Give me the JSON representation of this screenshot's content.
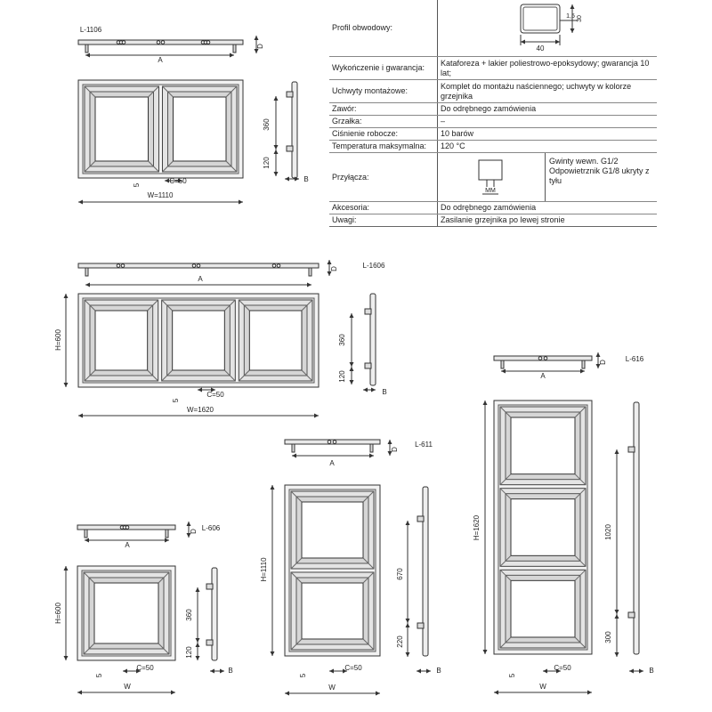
{
  "models": {
    "l1106": {
      "name": "L-1106",
      "a": "A",
      "d": "D",
      "h360": "360",
      "h120": "120",
      "five": "5",
      "c": "C=50",
      "b": "B",
      "w": "W=1110"
    },
    "l1606": {
      "name": "L-1606",
      "a": "A",
      "d": "D",
      "h": "H=600",
      "h360": "360",
      "h120": "120",
      "five": "5",
      "c": "C=50",
      "b": "B",
      "w": "W=1620"
    },
    "l616": {
      "name": "L-616",
      "a": "A",
      "d": "D",
      "h": "H=1620",
      "h1020": "1020",
      "h300": "300",
      "five": "5",
      "c": "C=50",
      "b": "B",
      "w": "W"
    },
    "l611": {
      "name": "L-611",
      "a": "A",
      "d": "D",
      "h": "H=1110",
      "h670": "670",
      "h220": "220",
      "five": "5",
      "c": "C=50",
      "b": "B",
      "w": "W"
    },
    "l606": {
      "name": "L-606",
      "a": "A",
      "d": "D",
      "h": "H=600",
      "h360": "360",
      "h120": "120",
      "five": "5",
      "c": "C=50",
      "b": "B",
      "w": "W"
    }
  },
  "profile": {
    "dim15": "1,5",
    "dim30": "30",
    "dim40": "40"
  },
  "connector_label": "MM",
  "spec": {
    "profil_label": "Profil obwodowy:",
    "rows": [
      {
        "label": "Wykończenie i gwarancja:",
        "value": "Kataforeza + lakier poliestrowo-epoksydowy; gwarancja 10 lat;"
      },
      {
        "label": "Uchwyty montażowe:",
        "value": "Komplet do montażu naściennego; uchwyty w kolorze grzejnika"
      },
      {
        "label": "Zawór:",
        "value": "Do odrębnego zamówienia"
      },
      {
        "label": "Grzałka:",
        "value": "–"
      },
      {
        "label": "Ciśnienie robocze:",
        "value": "10 barów"
      },
      {
        "label": "Temperatura maksymalna:",
        "value": "120 °C"
      }
    ],
    "przylacza_label": "Przyłącza:",
    "przylacza_value": "Gwinty wewn. G1/2 Odpowietrznik G1/8 ukryty z tyłu",
    "rows2": [
      {
        "label": "Akcesoria:",
        "value": "Do odrębnego zamówienia"
      },
      {
        "label": "Uwagi:",
        "value": "Zasilanie grzejnika po lewej stronie"
      }
    ]
  }
}
